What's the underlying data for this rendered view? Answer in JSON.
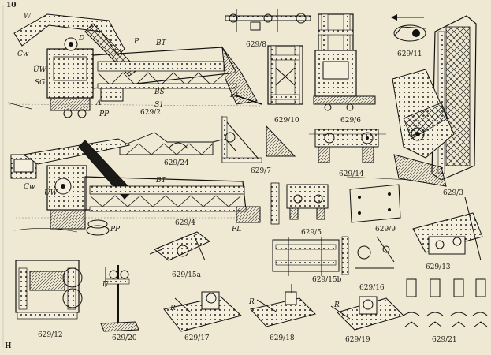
{
  "page": {
    "number": "10",
    "corner_mark": "H"
  },
  "figures": [
    {
      "id": "f1",
      "label": "629/2"
    },
    {
      "id": "f2",
      "label": "629/8"
    },
    {
      "id": "f3",
      "label": "629/10"
    },
    {
      "id": "f4",
      "label": "629/6"
    },
    {
      "id": "f5",
      "label": "629/11"
    },
    {
      "id": "f6",
      "label": "629/3"
    },
    {
      "id": "f7",
      "label": "629/24"
    },
    {
      "id": "f8",
      "label": "629/7"
    },
    {
      "id": "f9",
      "label": "629/14"
    },
    {
      "id": "f10",
      "label": "629/4"
    },
    {
      "id": "f11",
      "label": "629/5"
    },
    {
      "id": "f12",
      "label": "629/9"
    },
    {
      "id": "f13",
      "label": "629/15a"
    },
    {
      "id": "f14",
      "label": "629/15b"
    },
    {
      "id": "f15",
      "label": "629/16"
    },
    {
      "id": "f16",
      "label": "629/13"
    },
    {
      "id": "f17",
      "label": "629/12"
    },
    {
      "id": "f18",
      "label": "629/20"
    },
    {
      "id": "f19",
      "label": "629/17"
    },
    {
      "id": "f20",
      "label": "629/18"
    },
    {
      "id": "f21",
      "label": "629/19"
    },
    {
      "id": "f22",
      "label": "629/21"
    }
  ],
  "part_marks": {
    "w": "W",
    "cw": "Cw",
    "uw": "ÜW",
    "sg": "SG",
    "bt": "BT",
    "bs": "BS",
    "fl": "FL",
    "pp": "PP",
    "s1": "S1",
    "a": "A",
    "p": "P",
    "d": "D",
    "r": "R",
    "u": "U"
  }
}
